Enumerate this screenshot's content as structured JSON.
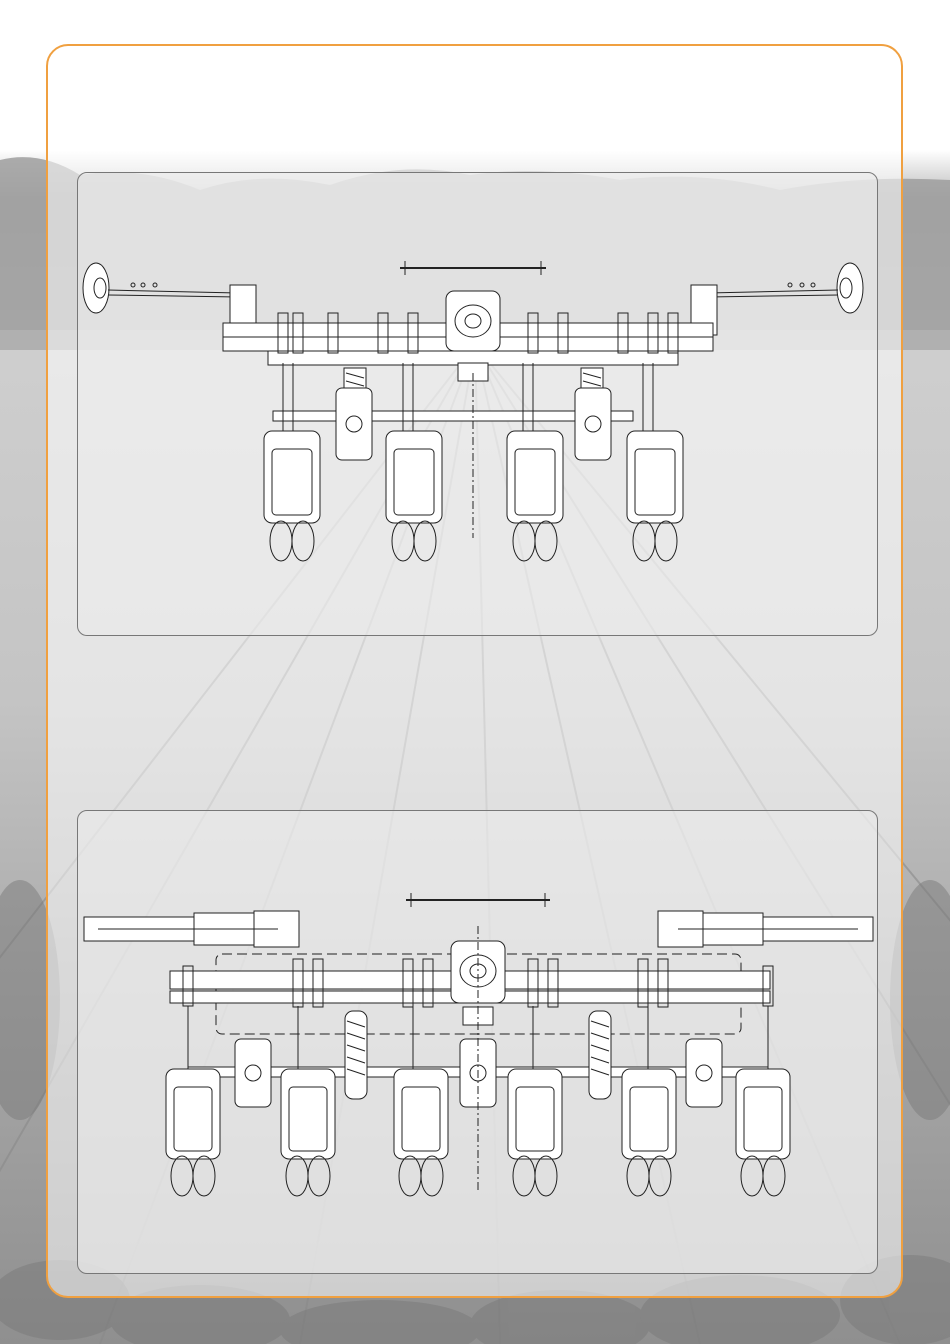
{
  "page": {
    "accent_color": "#f0a040",
    "frame_color": "#777777",
    "background": "corn-field-photo-grayscale"
  },
  "figures": [
    {
      "id": "front-view-4-row",
      "rows": 4,
      "guide_discs": 2,
      "hoppers": 2
    },
    {
      "id": "front-view-6-row",
      "rows": 6,
      "guide_discs": 0,
      "hoppers": 3
    }
  ]
}
